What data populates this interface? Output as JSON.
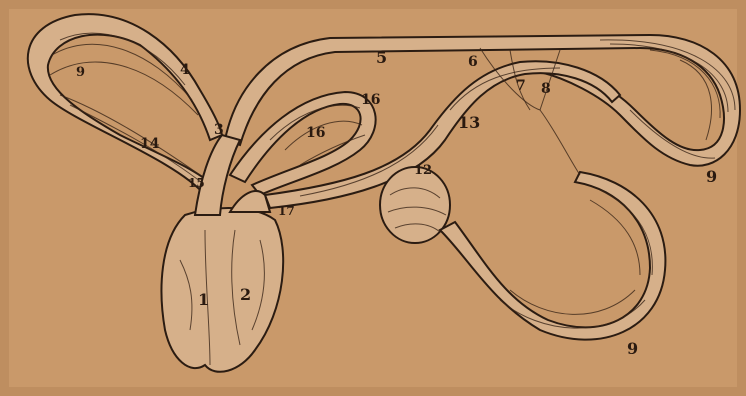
{
  "colors": {
    "paper": "#c9996a",
    "ink": "#2b1c12",
    "vessel_fill": "#d6b08a"
  },
  "labels": {
    "l1": "1",
    "l2": "2",
    "l3": "3",
    "l4": "4",
    "l5": "5",
    "l6": "6",
    "l7": "7",
    "l8": "8",
    "l9a": "9",
    "l9b": "9",
    "l9c": "9",
    "l12": "12",
    "l13": "13",
    "l14": "14",
    "l15": "15",
    "l16a": "16",
    "l16b": "16",
    "l17": "17"
  }
}
